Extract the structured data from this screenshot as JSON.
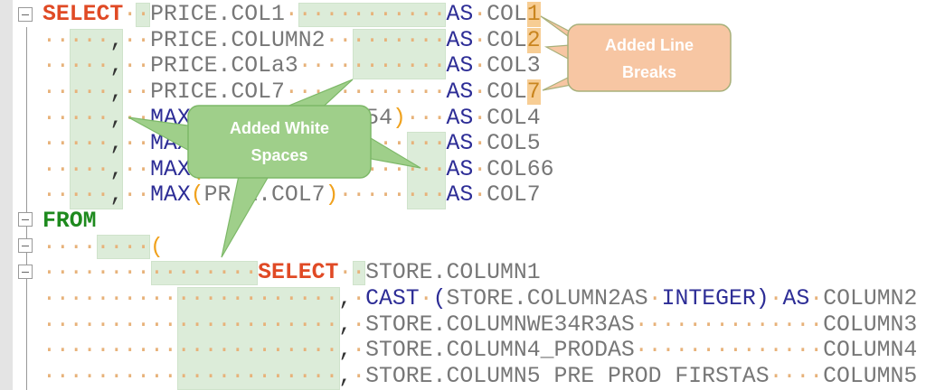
{
  "editor": {
    "lines": [
      [
        {
          "t": "SELECT",
          "c": "kw-red"
        },
        {
          "t": "··",
          "c": "ws"
        },
        {
          "t": "PRICE.COL1",
          "c": "id"
        },
        {
          "t": "············",
          "c": "ws"
        },
        {
          "t": "AS",
          "c": "kw-blue"
        },
        {
          "t": "·",
          "c": "ws"
        },
        {
          "t": "COL",
          "c": "id"
        },
        {
          "t": "1",
          "c": "mark"
        }
      ],
      [
        {
          "t": "·····",
          "c": "ws"
        },
        {
          "t": ",",
          "c": "pun"
        },
        {
          "t": "··",
          "c": "ws"
        },
        {
          "t": "PRICE.COLUMN2",
          "c": "id"
        },
        {
          "t": "·········",
          "c": "ws"
        },
        {
          "t": "AS",
          "c": "kw-blue"
        },
        {
          "t": "·",
          "c": "ws"
        },
        {
          "t": "COL",
          "c": "id"
        },
        {
          "t": "2",
          "c": "mark"
        }
      ],
      [
        {
          "t": "·····",
          "c": "ws"
        },
        {
          "t": ",",
          "c": "pun"
        },
        {
          "t": "··",
          "c": "ws"
        },
        {
          "t": "PRICE.COLa3",
          "c": "id"
        },
        {
          "t": "···········",
          "c": "ws"
        },
        {
          "t": "AS",
          "c": "kw-blue"
        },
        {
          "t": "·",
          "c": "ws"
        },
        {
          "t": "COL3",
          "c": "id"
        }
      ],
      [
        {
          "t": "·····",
          "c": "ws"
        },
        {
          "t": ",",
          "c": "pun"
        },
        {
          "t": "··",
          "c": "ws"
        },
        {
          "t": "PRICE.COL7",
          "c": "id"
        },
        {
          "t": "············",
          "c": "ws"
        },
        {
          "t": "AS",
          "c": "kw-blue"
        },
        {
          "t": "·",
          "c": "ws"
        },
        {
          "t": "COL",
          "c": "id"
        },
        {
          "t": "7",
          "c": "mark"
        }
      ],
      [
        {
          "t": "·····",
          "c": "ws"
        },
        {
          "t": ",",
          "c": "pun"
        },
        {
          "t": "··",
          "c": "ws"
        },
        {
          "t": "MAX",
          "c": "kw-blue"
        },
        {
          "t": "(",
          "c": "par"
        },
        {
          "t": "          ",
          "c": "id"
        },
        {
          "t": "N154",
          "c": "id"
        },
        {
          "t": ")",
          "c": "par"
        },
        {
          "t": "···",
          "c": "ws"
        },
        {
          "t": "AS",
          "c": "kw-blue"
        },
        {
          "t": "·",
          "c": "ws"
        },
        {
          "t": "COL4",
          "c": "id"
        }
      ],
      [
        {
          "t": "·····",
          "c": "ws"
        },
        {
          "t": ",",
          "c": "pun"
        },
        {
          "t": "··",
          "c": "ws"
        },
        {
          "t": "MAX",
          "c": "kw-blue"
        },
        {
          "t": "(",
          "c": "par"
        },
        {
          "t": "            ",
          "c": "id"
        },
        {
          "t": "······",
          "c": "ws"
        },
        {
          "t": "AS",
          "c": "kw-blue"
        },
        {
          "t": "·",
          "c": "ws"
        },
        {
          "t": "COL5",
          "c": "id"
        }
      ],
      [
        {
          "t": "·····",
          "c": "ws"
        },
        {
          "t": ",",
          "c": "pun"
        },
        {
          "t": "··",
          "c": "ws"
        },
        {
          "t": "MAX",
          "c": "kw-blue"
        },
        {
          "t": "(",
          "c": "par"
        },
        {
          "t": "            ",
          "c": "id"
        },
        {
          "t": "······",
          "c": "ws"
        },
        {
          "t": "AS",
          "c": "kw-blue"
        },
        {
          "t": "·",
          "c": "ws"
        },
        {
          "t": "COL66",
          "c": "id"
        }
      ],
      [
        {
          "t": "·····",
          "c": "ws"
        },
        {
          "t": ",",
          "c": "pun"
        },
        {
          "t": "··",
          "c": "ws"
        },
        {
          "t": "MAX",
          "c": "kw-blue"
        },
        {
          "t": "(",
          "c": "par"
        },
        {
          "t": "PR",
          "c": "id"
        },
        {
          "t": " ",
          "c": "id"
        },
        {
          "t": "E.COL7",
          "c": "id"
        },
        {
          "t": ")",
          "c": "par"
        },
        {
          "t": "········",
          "c": "ws"
        },
        {
          "t": "AS",
          "c": "kw-blue"
        },
        {
          "t": "·",
          "c": "ws"
        },
        {
          "t": "COL7",
          "c": "id"
        }
      ],
      [
        {
          "t": "FROM",
          "c": "kw-green"
        }
      ],
      [
        {
          "t": "········",
          "c": "ws"
        },
        {
          "t": "(",
          "c": "par"
        }
      ],
      [
        {
          "t": "················",
          "c": "ws"
        },
        {
          "t": "SELECT",
          "c": "kw-red"
        },
        {
          "t": "··",
          "c": "ws"
        },
        {
          "t": "STORE.COLUMN1",
          "c": "id"
        }
      ],
      [
        {
          "t": "······················",
          "c": "ws"
        },
        {
          "t": ",",
          "c": "pun"
        },
        {
          "t": "·",
          "c": "ws"
        },
        {
          "t": "CAST",
          "c": "kw-blue"
        },
        {
          "t": "·",
          "c": "ws"
        },
        {
          "t": "(",
          "c": "kw-blue"
        },
        {
          "t": "STORE.COLUMN2AS",
          "c": "id"
        },
        {
          "t": "·",
          "c": "ws"
        },
        {
          "t": "INTEGER",
          "c": "kw-blue"
        },
        {
          "t": ")",
          "c": "kw-blue"
        },
        {
          "t": "·",
          "c": "ws"
        },
        {
          "t": "AS",
          "c": "kw-blue"
        },
        {
          "t": "·",
          "c": "ws"
        },
        {
          "t": "COLUMN2",
          "c": "id"
        }
      ],
      [
        {
          "t": "······················",
          "c": "ws"
        },
        {
          "t": ",",
          "c": "pun"
        },
        {
          "t": "·",
          "c": "ws"
        },
        {
          "t": "STORE.COLUMNWE34R3AS",
          "c": "id"
        },
        {
          "t": "··············",
          "c": "ws"
        },
        {
          "t": "COLUMN3",
          "c": "id"
        }
      ],
      [
        {
          "t": "······················",
          "c": "ws"
        },
        {
          "t": ",",
          "c": "pun"
        },
        {
          "t": "·",
          "c": "ws"
        },
        {
          "t": "STORE.COLUMN4_PRODAS",
          "c": "id"
        },
        {
          "t": "··············",
          "c": "ws"
        },
        {
          "t": "COLUMN4",
          "c": "id"
        }
      ],
      [
        {
          "t": "······················",
          "c": "ws"
        },
        {
          "t": ",",
          "c": "pun"
        },
        {
          "t": "·",
          "c": "ws"
        },
        {
          "t": "STORE.COLUMN5 PRE PROD FIRSTAS",
          "c": "id"
        },
        {
          "t": "····",
          "c": "ws"
        },
        {
          "t": "COLUMN5",
          "c": "id"
        }
      ]
    ]
  },
  "callouts": {
    "line_breaks": {
      "line1": "Added Line",
      "line2": "Breaks",
      "color": "#f7c6a3"
    },
    "white_spaces": {
      "line1": "Added White",
      "line2": "Spaces",
      "color": "#9fcf8a"
    }
  },
  "colors": {
    "keyword_select": "#e04a25",
    "keyword_as": "#2d2d96",
    "keyword_from": "#1e8a1e",
    "whitespace_highlight": "#dcecd9",
    "linebreak_highlight": "#f7cd94"
  }
}
